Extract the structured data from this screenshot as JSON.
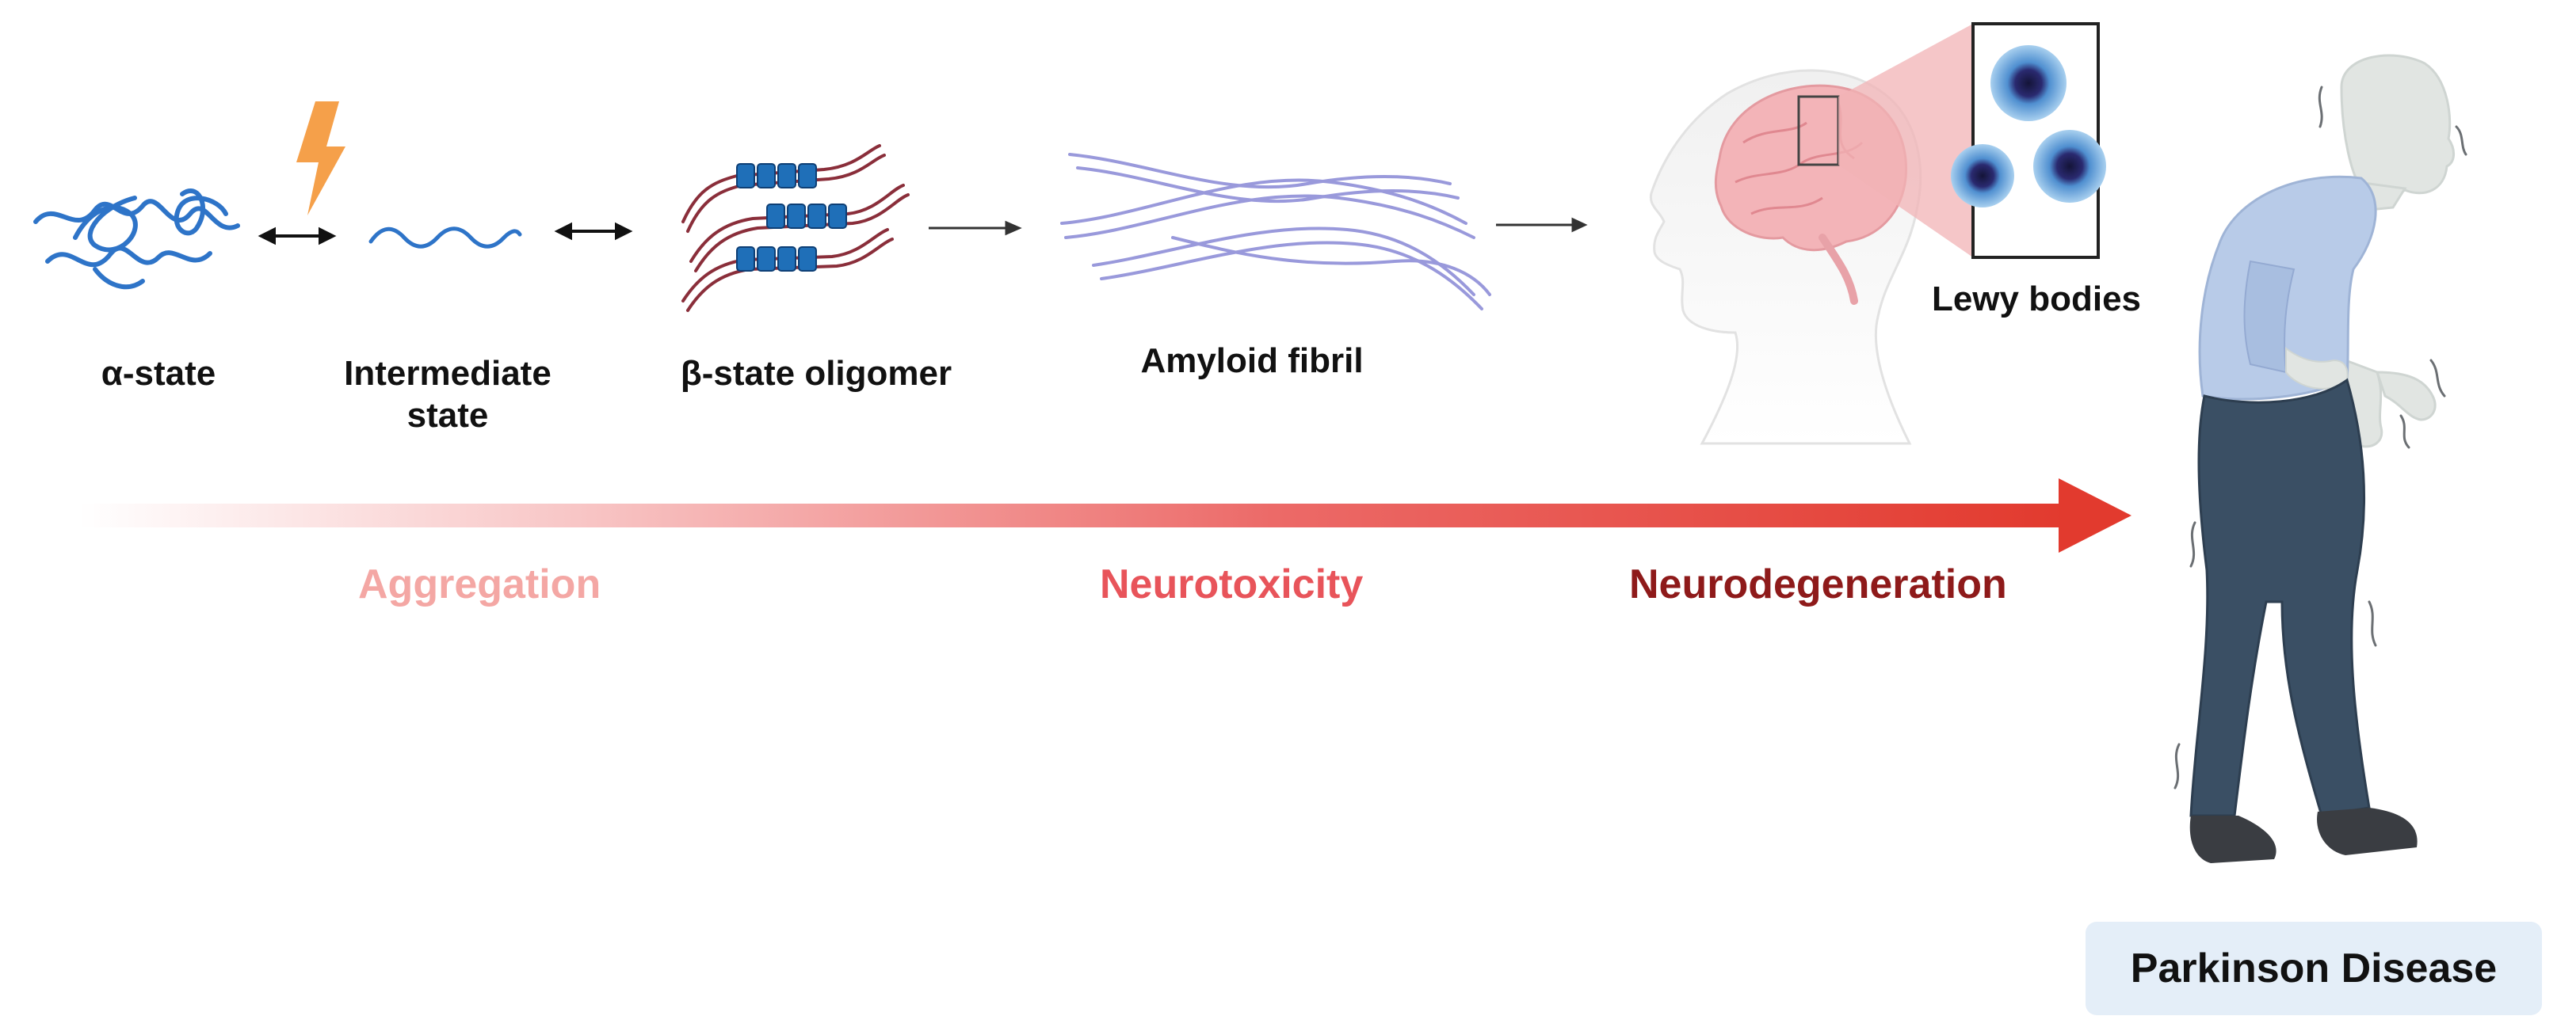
{
  "stages": {
    "alpha": "α-state",
    "intermediate": "Intermediate state",
    "beta_oligomer": "β-state oligomer",
    "fibril": "Amyloid fibril"
  },
  "lewy_label": "Lewy bodies",
  "progression": {
    "aggregation": "Aggregation",
    "neurotoxicity": "Neurotoxicity",
    "neurodegeneration": "Neurodegeneration"
  },
  "disease_label": "Parkinson Disease",
  "colors": {
    "protein_blue": "#2e74c8",
    "beta_block": "#1f6fb8",
    "beta_strand": "#8a2e3a",
    "fibril": "#8e8ed8",
    "lightning": "#f5a04a",
    "arrow_start": "#fde3e3",
    "arrow_end": "#e23a2e",
    "aggregation": "#f4a7a4",
    "neurotoxicity": "#e8545a",
    "neurodegeneration": "#8e1a1a",
    "brain": "#f3b4b8",
    "lewy_core": "#1c1c55",
    "lewy_halo": "#7bb2e0",
    "shirt": "#b8cbe8",
    "pants": "#3a4f64",
    "shoes": "#3a3d42",
    "skin_grey": "#e1e5e2",
    "pd_box": "#e4eef8"
  }
}
